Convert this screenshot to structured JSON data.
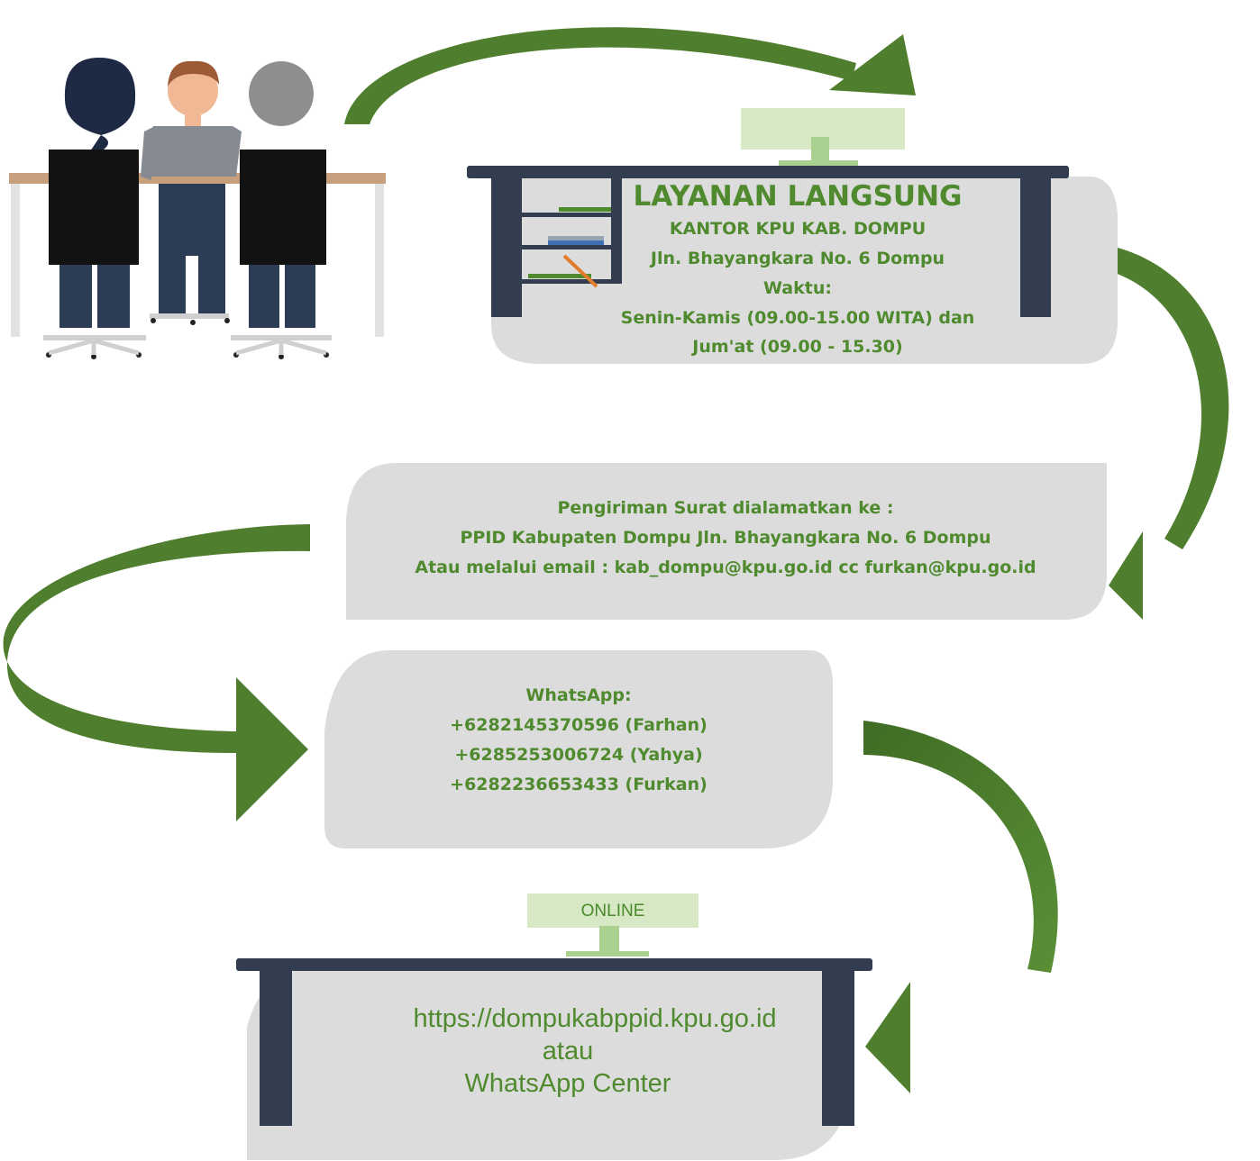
{
  "layanan_langsung": {
    "title": "LAYANAN LANGSUNG",
    "office": "KANTOR KPU KAB. DOMPU",
    "address": "Jln. Bhayangkara No. 6 Dompu",
    "hours_label": "Waktu:",
    "hours_mon_thu": "Senin-Kamis (09.00-15.00 WITA) dan",
    "hours_fri": "Jum'at (09.00 - 15.30)"
  },
  "surat": {
    "line1": "Pengiriman Surat dialamatkan ke :",
    "line2": "PPID Kabupaten Dompu Jln. Bhayangkara No. 6 Dompu",
    "line3": "Atau melalui email : kab_dompu@kpu.go.id cc furkan@kpu.go.id"
  },
  "whatsapp": {
    "label": "WhatsApp:",
    "contacts": [
      "+6282145370596 (Farhan)",
      "+6285253006724 (Yahya)",
      "+6282236653433 (Furkan)"
    ]
  },
  "online": {
    "monitor_label": "ONLINE",
    "url": "https://dompukabppid.kpu.go.id",
    "connector": "atau",
    "alt": "WhatsApp Center"
  },
  "colors": {
    "arrow_green": "#4f7f2e",
    "text_green": "#4f8a2e",
    "panel_gray": "#dcdcdc",
    "desk_navy": "#323d4f",
    "monitor_green": "#d6e8c4"
  },
  "icons": [
    "people-meeting-icon",
    "desk-icon",
    "monitor-icon",
    "curved-arrow-icon"
  ]
}
